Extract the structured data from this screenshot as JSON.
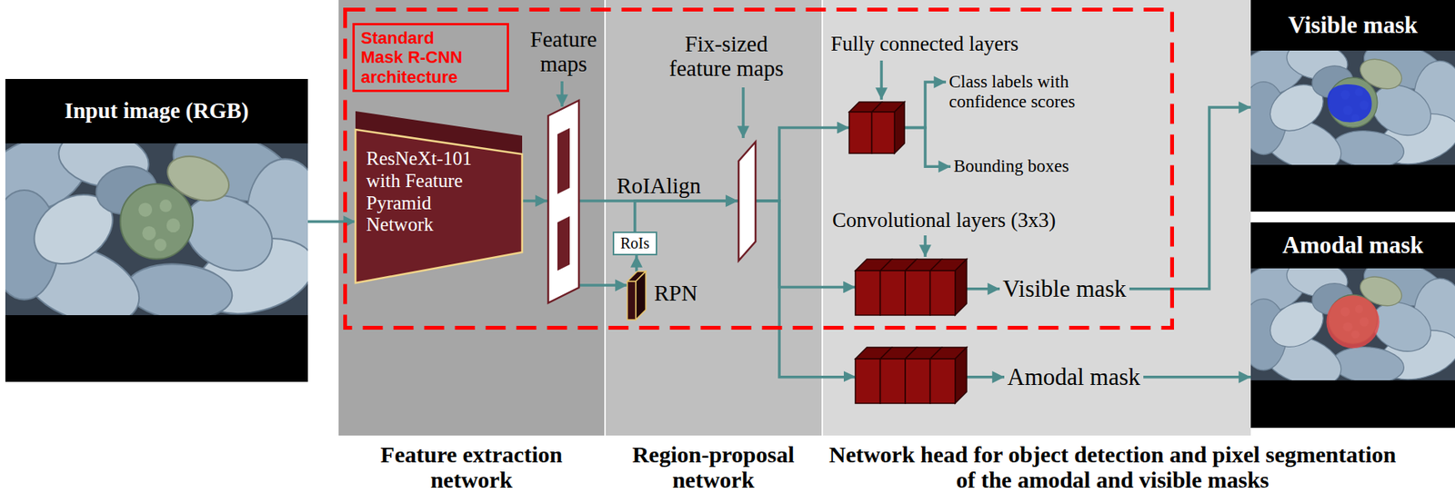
{
  "diagram": {
    "nodes": [
      {
        "text": [
          "Input image (RGB)"
        ]
      },
      {
        "text": [
          "Standard Mask R-CNN architecture"
        ]
      },
      {
        "text": [
          "ResNeXt-101 with Feature Pyramid Network"
        ],
        "in": 1
      },
      {
        "text": [
          "Feature maps"
        ],
        "in": 1
      },
      {
        "text": [
          "RoIs"
        ],
        "in": 1
      },
      {
        "text": [
          "RPN"
        ],
        "in": 1
      },
      {
        "text": [
          "Fix-sized feature maps"
        ],
        "in": 1
      },
      {
        "text": [
          "Fully connected layers"
        ],
        "in": 1
      },
      {
        "text": [
          "Class labels with confidence scores"
        ],
        "in": 1
      },
      {
        "text": [
          "Bounding boxes"
        ],
        "in": 1
      },
      {
        "text": [
          "Convolutional layers (3x3)"
        ],
        "in": 1
      },
      {
        "text": [
          "Visible mask"
        ],
        "in": 1
      },
      {
        "text": [
          "Amodal mask"
        ]
      },
      {
        "text": [
          "Visible mask"
        ]
      },
      {
        "text": [
          "Amodal mask"
        ]
      }
    ],
    "edges": [
      {
        "from": 0,
        "to": 2,
        "arrow": "to"
      },
      {
        "from": 2,
        "to": 3,
        "arrow": "to"
      },
      {
        "from": 3,
        "to": 6,
        "label": "RoIAlign",
        "arrow": "to"
      },
      {
        "from": 3,
        "to": 5,
        "arrow": "to"
      },
      {
        "from": 5,
        "to": 4,
        "arrow": "to"
      },
      {
        "from": 4,
        "to": 6,
        "arrow": "to"
      },
      {
        "from": 6,
        "to": 7,
        "arrow": "to"
      },
      {
        "from": 6,
        "to": 10,
        "arrow": "to"
      },
      {
        "from": 6,
        "to": 12,
        "arrow": "to"
      },
      {
        "from": 7,
        "to": 8,
        "arrow": "to"
      },
      {
        "from": 7,
        "to": 9,
        "arrow": "to"
      },
      {
        "from": 10,
        "to": 11,
        "arrow": "to"
      },
      {
        "from": 11,
        "to": 13,
        "arrow": "to"
      },
      {
        "from": 12,
        "to": 14,
        "arrow": "to"
      }
    ],
    "labels": [
      "Feature extraction network",
      "Region-proposal network",
      "Network head for object detection and pixel segmentation of the amodal and visible masks"
    ]
  }
}
